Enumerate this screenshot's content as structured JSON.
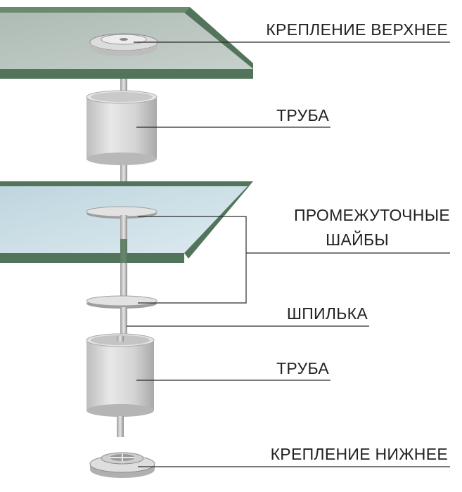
{
  "labels": {
    "top_mount": "КРЕПЛЕНИЕ ВЕРХНЕЕ",
    "tube_upper": "ТРУБА",
    "washers_line1": "ПРОМЕЖУТОЧНЫЕ",
    "washers_line2": "ШАЙБЫ",
    "stud": "ШПИЛЬКА",
    "tube_lower": "ТРУБА",
    "bottom_mount": "КРЕПЛЕНИЕ НИЖНЕЕ"
  },
  "colors": {
    "glass_edge": "#52745a",
    "glass_top_panel": "#b9c5bf",
    "glass_middle_panel": "#c8dbe3",
    "metal": "#d2d2d2"
  }
}
